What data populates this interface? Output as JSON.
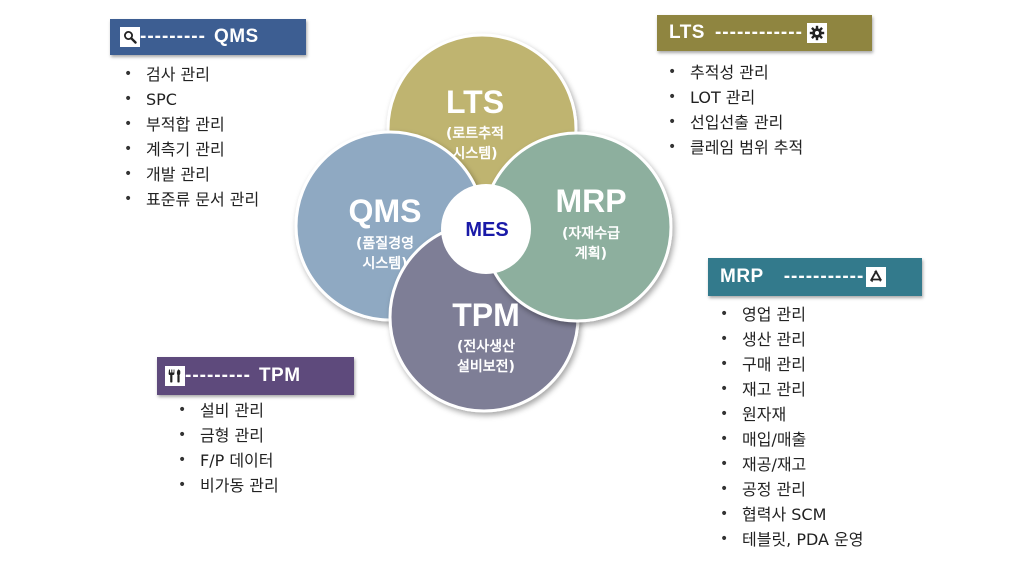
{
  "diagram": {
    "center": {
      "label": "MES"
    },
    "petals": [
      {
        "id": "lts",
        "title": "LTS",
        "sub1": "(로트추적",
        "sub2": "시스템)",
        "color": "#bfb470"
      },
      {
        "id": "mrp",
        "title": "MRP",
        "sub1": "(자재수급",
        "sub2": "계획)",
        "color": "#8daf9e"
      },
      {
        "id": "tpm",
        "title": "TPM",
        "sub1": "(전사생산",
        "sub2": "설비보전)",
        "color": "#7e7e96"
      },
      {
        "id": "qms",
        "title": "QMS",
        "sub1": "(품질경영",
        "sub2": "시스템)",
        "color": "#8fa9c2"
      }
    ]
  },
  "panels": {
    "qms": {
      "title": "QMS",
      "dashes": "---------",
      "icon": "search-icon",
      "color": "#3d5e92",
      "items": [
        "검사 관리",
        "SPC",
        "부적합 관리",
        "계측기 관리",
        "개발 관리",
        "표준류 문서  관리"
      ]
    },
    "lts": {
      "title": "LTS",
      "dashes": "------------",
      "icon": "gear-icon",
      "color": "#8f8540",
      "items": [
        "추적성 관리",
        "LOT 관리",
        "선입선출 관리",
        "클레임 범위 추적"
      ]
    },
    "mrp": {
      "title": "MRP",
      "dashes": "-----------",
      "icon": "recycle-icon",
      "color": "#337a8c",
      "items": [
        "영업 관리",
        "생산 관리",
        "구매 관리",
        "재고 관리",
        "원자재",
        "매입/매출",
        "재공/재고",
        "공정 관리",
        "협력사 SCM",
        "테블릿, PDA 운영"
      ]
    },
    "tpm": {
      "title": "TPM",
      "dashes": "---------",
      "icon": "tools-icon",
      "color": "#5e4a7c",
      "items": [
        "설비 관리",
        "금형 관리",
        "F/P 데이터",
        "비가동 관리"
      ]
    }
  }
}
